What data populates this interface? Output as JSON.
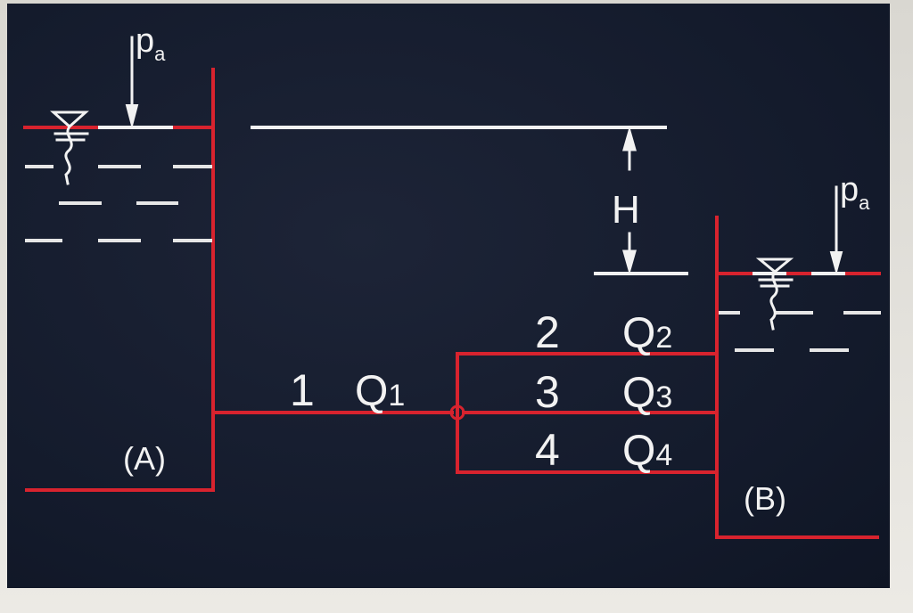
{
  "labels": {
    "pa_left": "p",
    "pa_left_sub": "a",
    "pa_right": "p",
    "pa_right_sub": "a",
    "head": "H",
    "reservoir_a": "(A)",
    "reservoir_b": "(B)",
    "pipe_1": "1",
    "flow_1": "Q",
    "flow_1_sub": "1",
    "pipe_2": "2",
    "flow_2": "Q",
    "flow_2_sub": "2",
    "pipe_3": "3",
    "flow_3": "Q",
    "flow_3_sub": "3",
    "pipe_4": "4",
    "flow_4": "Q",
    "flow_4_sub": "4"
  },
  "colors": {
    "background": "#141b2c",
    "pipe_red": "#d8232e",
    "text": "#f2f2f2"
  }
}
